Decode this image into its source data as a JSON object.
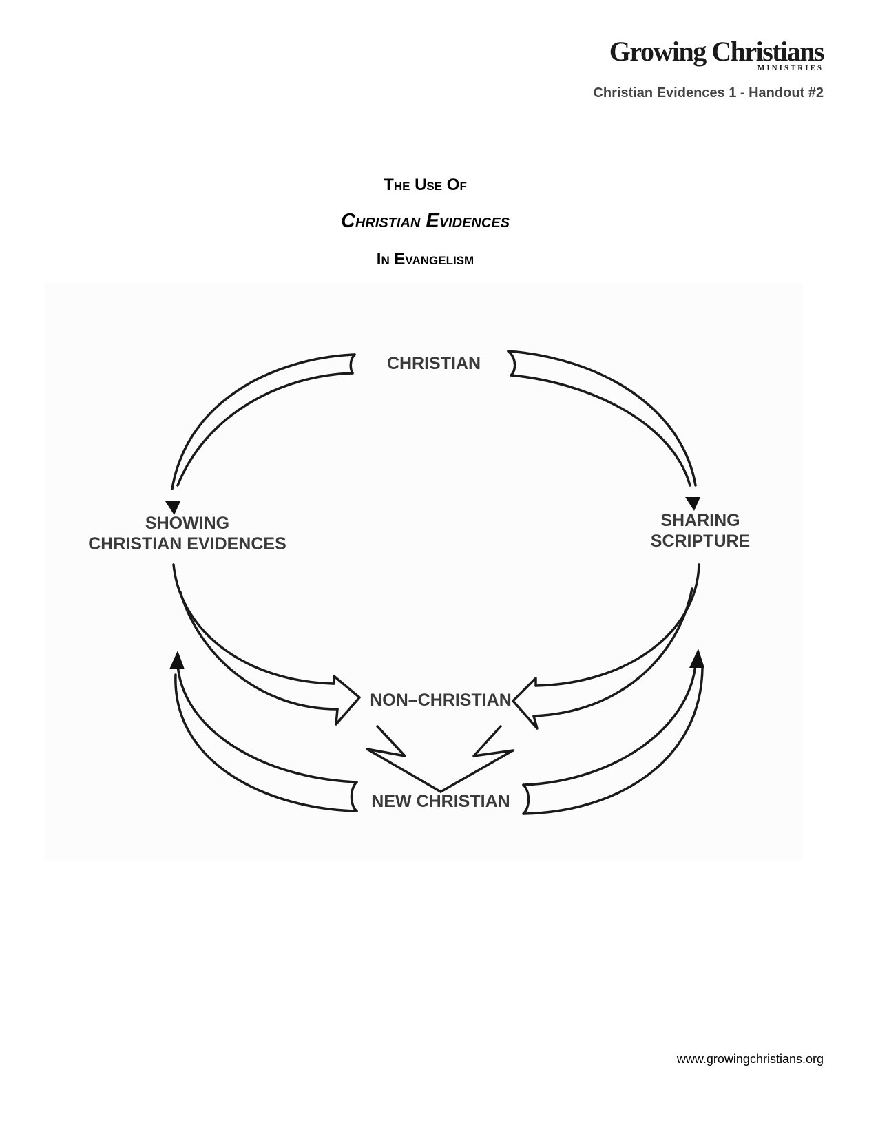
{
  "header": {
    "logo_main": "Growing Christians",
    "logo_sub": "MINISTRIES",
    "handout": "Christian Evidences 1 - Handout #2"
  },
  "title": {
    "line1": "The Use Of",
    "line2": "Christian Evidences",
    "line3": "In Evangelism"
  },
  "diagram": {
    "christian": "CHRISTIAN",
    "showing_line1": "SHOWING",
    "showing_line2": "CHRISTIAN EVIDENCES",
    "sharing_line1": "SHARING",
    "sharing_line2": "SCRIPTURE",
    "non_christian": "NON–CHRISTIAN",
    "new_christian": "NEW CHRISTIAN"
  },
  "footer": {
    "url": "www.growingchristians.org"
  }
}
